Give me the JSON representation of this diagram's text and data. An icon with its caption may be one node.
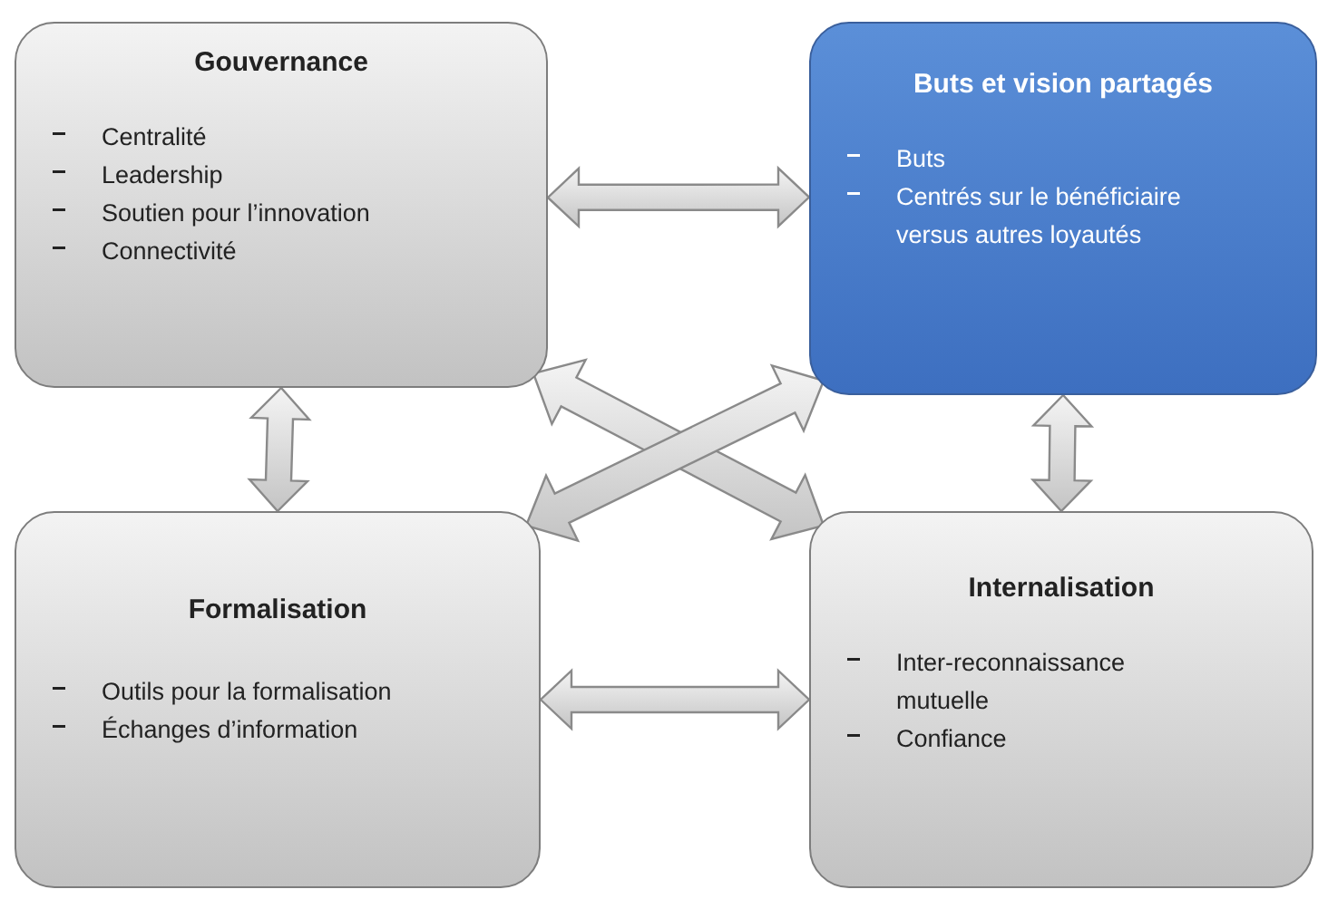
{
  "diagram": {
    "nodes": [
      {
        "text": [
          "Gouvernance",
          "Centralité",
          "Leadership",
          "Soutien pour l’innovation",
          "Connectivité"
        ]
      },
      {
        "text": [
          "Buts et vision partagés",
          "Buts",
          "Centrés sur le bénéficiaire versus autres loyautés"
        ]
      },
      {
        "text": [
          "Formalisation",
          "Outils pour la formalisation",
          "Échanges d’information"
        ]
      },
      {
        "text": [
          "Internalisation",
          "Inter-reconnaissance mutuelle",
          "Confiance"
        ]
      }
    ],
    "edges": [
      {
        "from": 0,
        "to": 1,
        "arrow": "both"
      },
      {
        "from": 0,
        "to": 2,
        "arrow": "both"
      },
      {
        "from": 1,
        "to": 3,
        "arrow": "both"
      },
      {
        "from": 2,
        "to": 3,
        "arrow": "both"
      },
      {
        "from": 0,
        "to": 3,
        "arrow": "both"
      },
      {
        "from": 1,
        "to": 2,
        "arrow": "both"
      }
    ]
  }
}
